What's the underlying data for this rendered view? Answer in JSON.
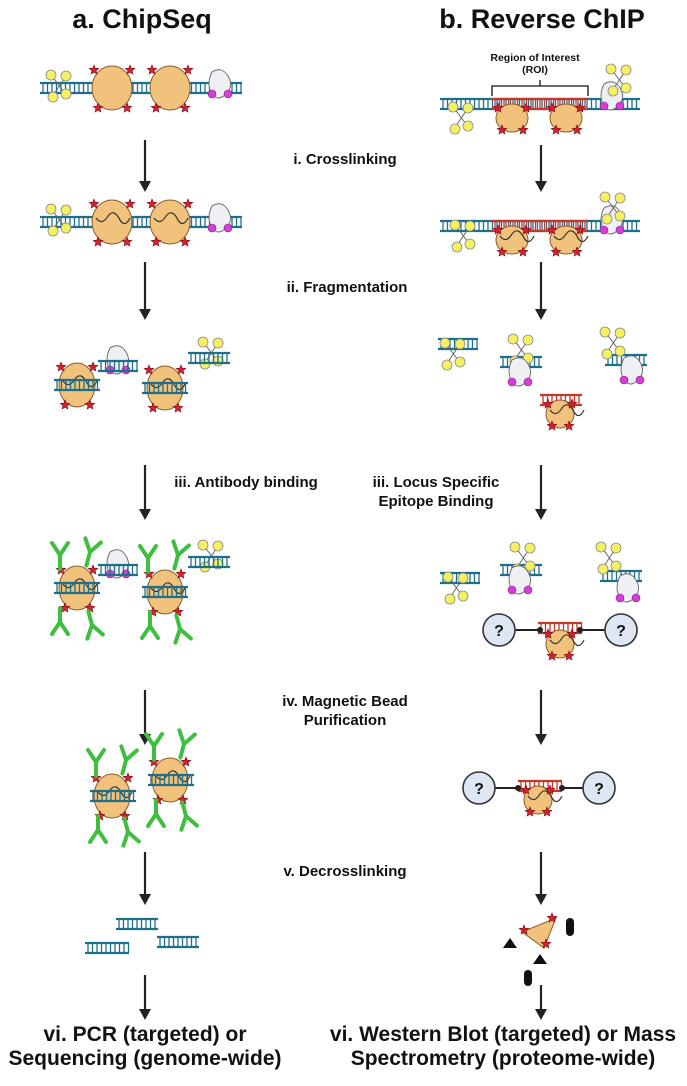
{
  "titles": {
    "left": "a. ChipSeq",
    "right": "b. Reverse ChIP"
  },
  "roi": {
    "line1": "Region of Interest",
    "line2": "(ROI)"
  },
  "steps": {
    "crosslinking": "i. Crosslinking",
    "fragmentation": "ii. Fragmentation",
    "antibody": "iii. Antibody binding",
    "locus_line1": "iii. Locus Specific",
    "locus_line2": "Epitope Binding",
    "bead_line1": "iv. Magnetic Bead",
    "bead_line2": "Purification",
    "decross": "v. Decrosslinking"
  },
  "finals": {
    "left_line1": "vi. PCR (targeted) or",
    "left_line2": "Sequencing (genome-wide)",
    "right_line1": "vi. Western Blot (targeted) or Mass",
    "right_line2": "Spectrometry (proteome-wide)"
  },
  "bead_label": "?",
  "colors": {
    "dna": "#1f6f8b",
    "roi_dna": "#c0392b",
    "histone": "#f0c27b",
    "star": "#d6202c",
    "antibody": "#3fbf3f",
    "yellow": "#f5ef62",
    "magenta": "#d53fd6",
    "grey_protein": "#eef0f4",
    "bead": "#dde6f2"
  },
  "icons": [
    "arrow-down-icon",
    "dna-icon",
    "nucleosome-icon",
    "histone-mark-star-icon",
    "antibody-icon",
    "magnetic-bead-icon",
    "peptide-fragment-icon"
  ]
}
